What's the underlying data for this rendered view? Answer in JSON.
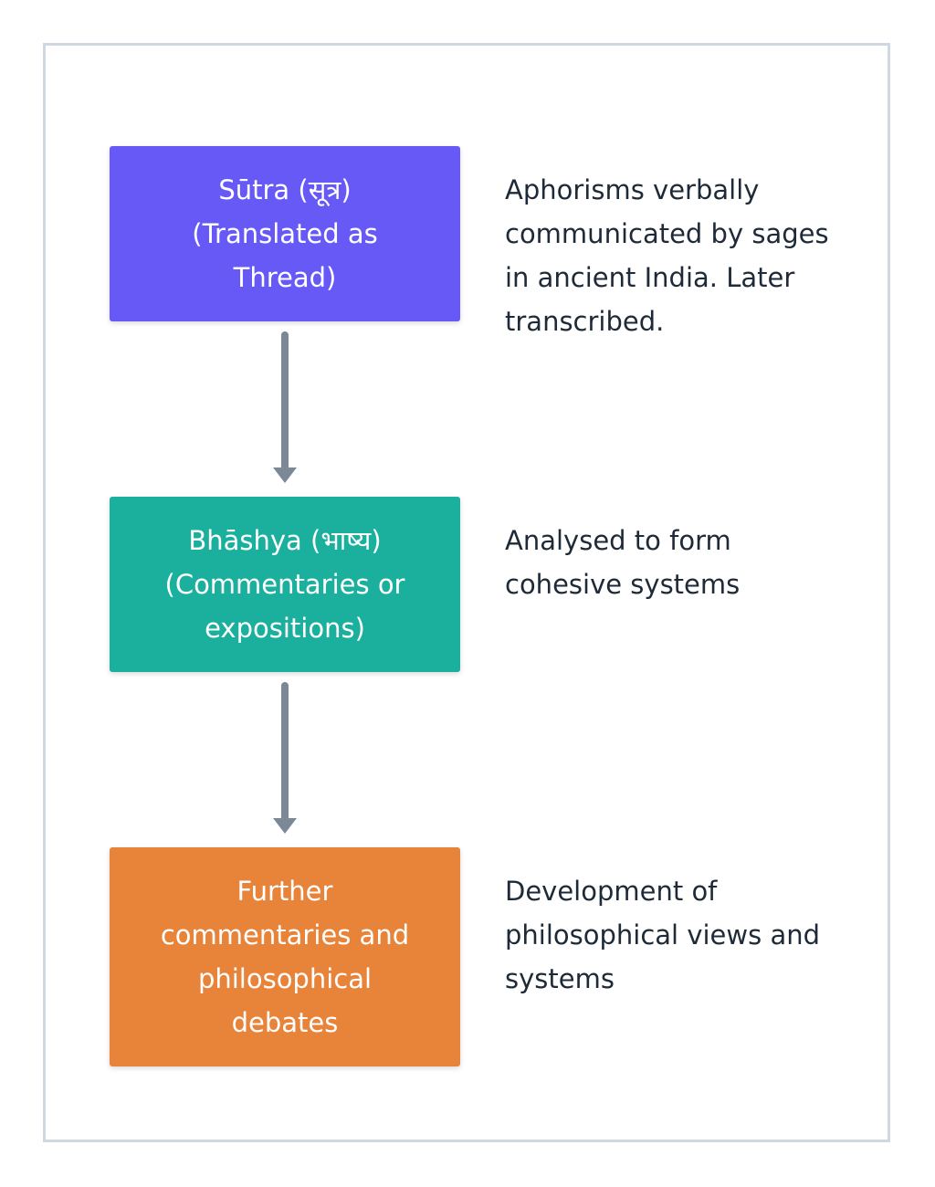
{
  "colors": {
    "node_1": "#6659f5",
    "node_2": "#1baf9e",
    "node_3": "#e8833a",
    "arrow": "#7c8896",
    "description_text": "#1e2a38"
  },
  "nodes": [
    {
      "lines": [
        "Sūtra (सूत्र)",
        "(Translated as",
        "Thread)"
      ],
      "description": [
        "Aphorisms verbally",
        "communicated by sages",
        "in ancient India. Later",
        "transcribed."
      ]
    },
    {
      "lines": [
        "Bhāshya (भाष्य)",
        "(Commentaries or",
        "expositions)"
      ],
      "description": [
        "Analysed to form",
        "cohesive systems"
      ]
    },
    {
      "lines": [
        "Further",
        "commentaries and",
        "philosophical",
        "debates"
      ],
      "description": [
        "Development of",
        "philosophical views and",
        "systems"
      ]
    }
  ]
}
